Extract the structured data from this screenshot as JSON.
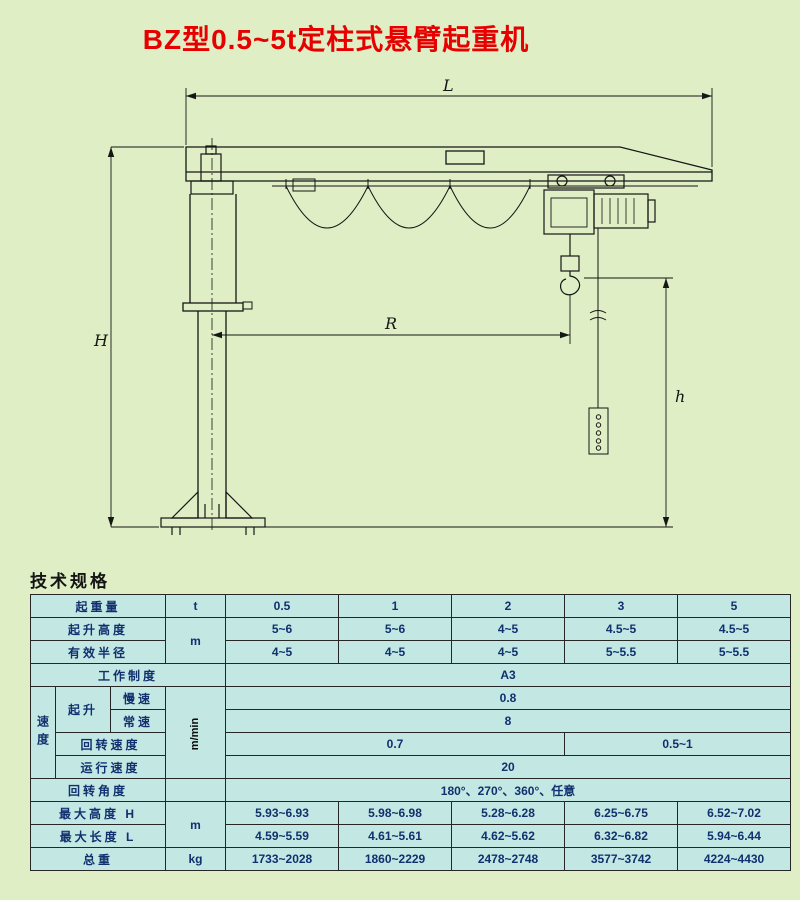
{
  "page": {
    "title": "BZ型0.5~5t定柱式悬臂起重机",
    "section_heading": "技术规格",
    "bg_color": "#dfeec4",
    "title_color": "#e60000",
    "table_bg_color": "#c3e7e3"
  },
  "diagram": {
    "dim_L": "L",
    "dim_H": "H",
    "dim_R": "R",
    "dim_h": "h"
  },
  "specs": {
    "capacity": {
      "label": "起重量",
      "unit": "t",
      "values": [
        "0.5",
        "1",
        "2",
        "3",
        "5"
      ]
    },
    "lifting_height": {
      "label": "起升高度",
      "unit": "m",
      "values": [
        "5~6",
        "5~6",
        "4~5",
        "4.5~5",
        "4.5~5"
      ]
    },
    "effective_radius": {
      "label": "有效半径",
      "values": [
        "4~5",
        "4~5",
        "4~5",
        "5~5.5",
        "5~5.5"
      ]
    },
    "work_duty": {
      "label": "工作制度",
      "value": "A3"
    },
    "speed": {
      "group_label": "速度",
      "unit": "m/min",
      "lifting_label": "起升",
      "slow": {
        "label": "慢速",
        "value": "0.8"
      },
      "normal": {
        "label": "常速",
        "value": "8"
      },
      "slewing": {
        "label": "回转速度",
        "value_small": "0.7",
        "value_large": "0.5~1"
      },
      "travel": {
        "label": "运行速度",
        "value": "20"
      }
    },
    "slewing_angle": {
      "label": "回转角度",
      "value": "180°、270°、360°、任意"
    },
    "max_height": {
      "label": "最大高度 H",
      "unit": "m",
      "values": [
        "5.93~6.93",
        "5.98~6.98",
        "5.28~6.28",
        "6.25~6.75",
        "6.52~7.02"
      ]
    },
    "max_length": {
      "label": "最大长度 L",
      "values": [
        "4.59~5.59",
        "4.61~5.61",
        "4.62~5.62",
        "6.32~6.82",
        "5.94~6.44"
      ]
    },
    "total_weight": {
      "label": "总重",
      "unit": "kg",
      "values": [
        "1733~2028",
        "1860~2229",
        "2478~2748",
        "3577~3742",
        "4224~4430"
      ]
    }
  }
}
